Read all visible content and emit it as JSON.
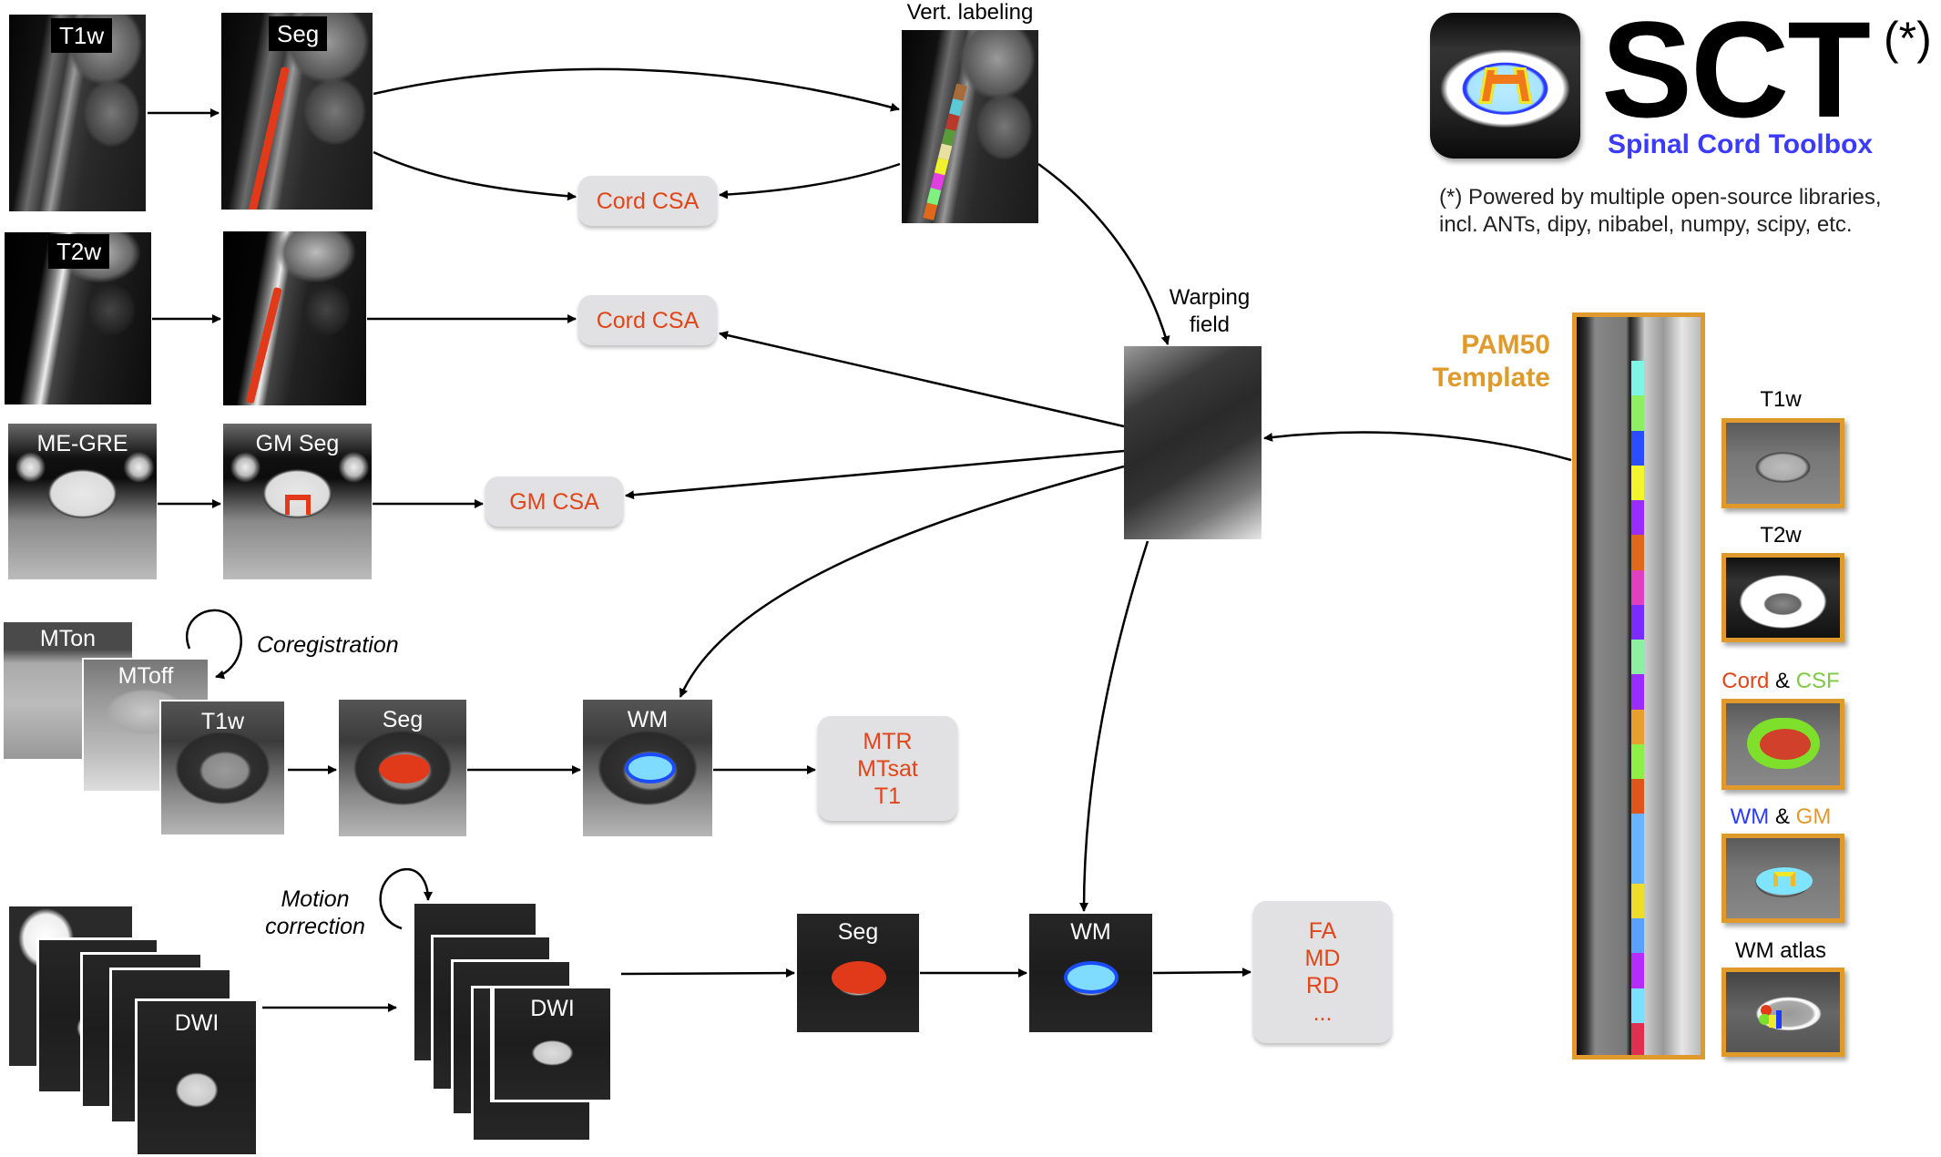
{
  "logo": {
    "title": "SCT",
    "superscript": "(*)",
    "subtitle": "Spinal Cord Toolbox",
    "footnote_line1": "(*) Powered by multiple open-source libraries,",
    "footnote_line2": "incl. ANTs, dipy, nibabel, numpy, scipy, etc.",
    "subtitle_color": "#3b3bff"
  },
  "colors": {
    "output_text": "#e0461a",
    "output_box": "#e1e1e3",
    "template_orange": "#e09a2c",
    "segmentation_red": "#e03a1a",
    "wm_blue": "#1a4dff",
    "wm_light": "#7fdcff"
  },
  "row1": {
    "input_label": "T1w",
    "seg_label": "Seg",
    "vert_label": "Vert. labeling",
    "output": "Cord CSA"
  },
  "row2": {
    "input_label": "T2w",
    "output": "Cord CSA"
  },
  "row3": {
    "input_label": "ME-GRE",
    "seg_label": "GM Seg",
    "output": "GM CSA"
  },
  "warping": {
    "line1": "Warping",
    "line2": "field"
  },
  "mt_row": {
    "mton_label": "MTon",
    "mtoff_label": "MToff",
    "t1w_label": "T1w",
    "coreg_label": "Coregistration",
    "seg_label": "Seg",
    "wm_label": "WM",
    "outputs": [
      "MTR",
      "MTsat",
      "T1"
    ]
  },
  "dwi_row": {
    "dwi_label": "DWI",
    "motion_line1": "Motion",
    "motion_line2": "correction",
    "dwi_corrected_label": "DWI",
    "seg_label": "Seg",
    "wm_label": "WM",
    "outputs": [
      "FA",
      "MD",
      "RD",
      "..."
    ]
  },
  "template": {
    "title_line1": "PAM50",
    "title_line2": "Template",
    "thumbnails": [
      {
        "label": "T1w"
      },
      {
        "label": "T2w"
      },
      {
        "label_a": "Cord",
        "label_amp": "&",
        "label_b": "CSF",
        "color_a": "#e0461a",
        "color_b": "#7fc843"
      },
      {
        "label_a": "WM",
        "label_amp": "&",
        "label_b": "GM",
        "color_a": "#2a3bff",
        "color_b": "#e09a2c"
      },
      {
        "label": "WM atlas"
      }
    ],
    "vertebral_colors": [
      "#7ff5e6",
      "#8ef060",
      "#2c4cff",
      "#f5f52c",
      "#9b2cff",
      "#e0681a",
      "#e040c0",
      "#7a2cff",
      "#8cf0a0",
      "#9b2cff",
      "#e8a02c",
      "#8ef044",
      "#e0561a",
      "#68b4ff",
      "#68b4ff",
      "#f0dc2c",
      "#5aa0ff",
      "#b42cff",
      "#7ae0ff",
      "#e03050"
    ]
  },
  "vert_label_colors": [
    "#a86c3a",
    "#5cc8d8",
    "#b83a2a",
    "#5a9a3a",
    "#e8e0a0",
    "#f0f02c",
    "#e040e0",
    "#80f080",
    "#e0681a"
  ]
}
